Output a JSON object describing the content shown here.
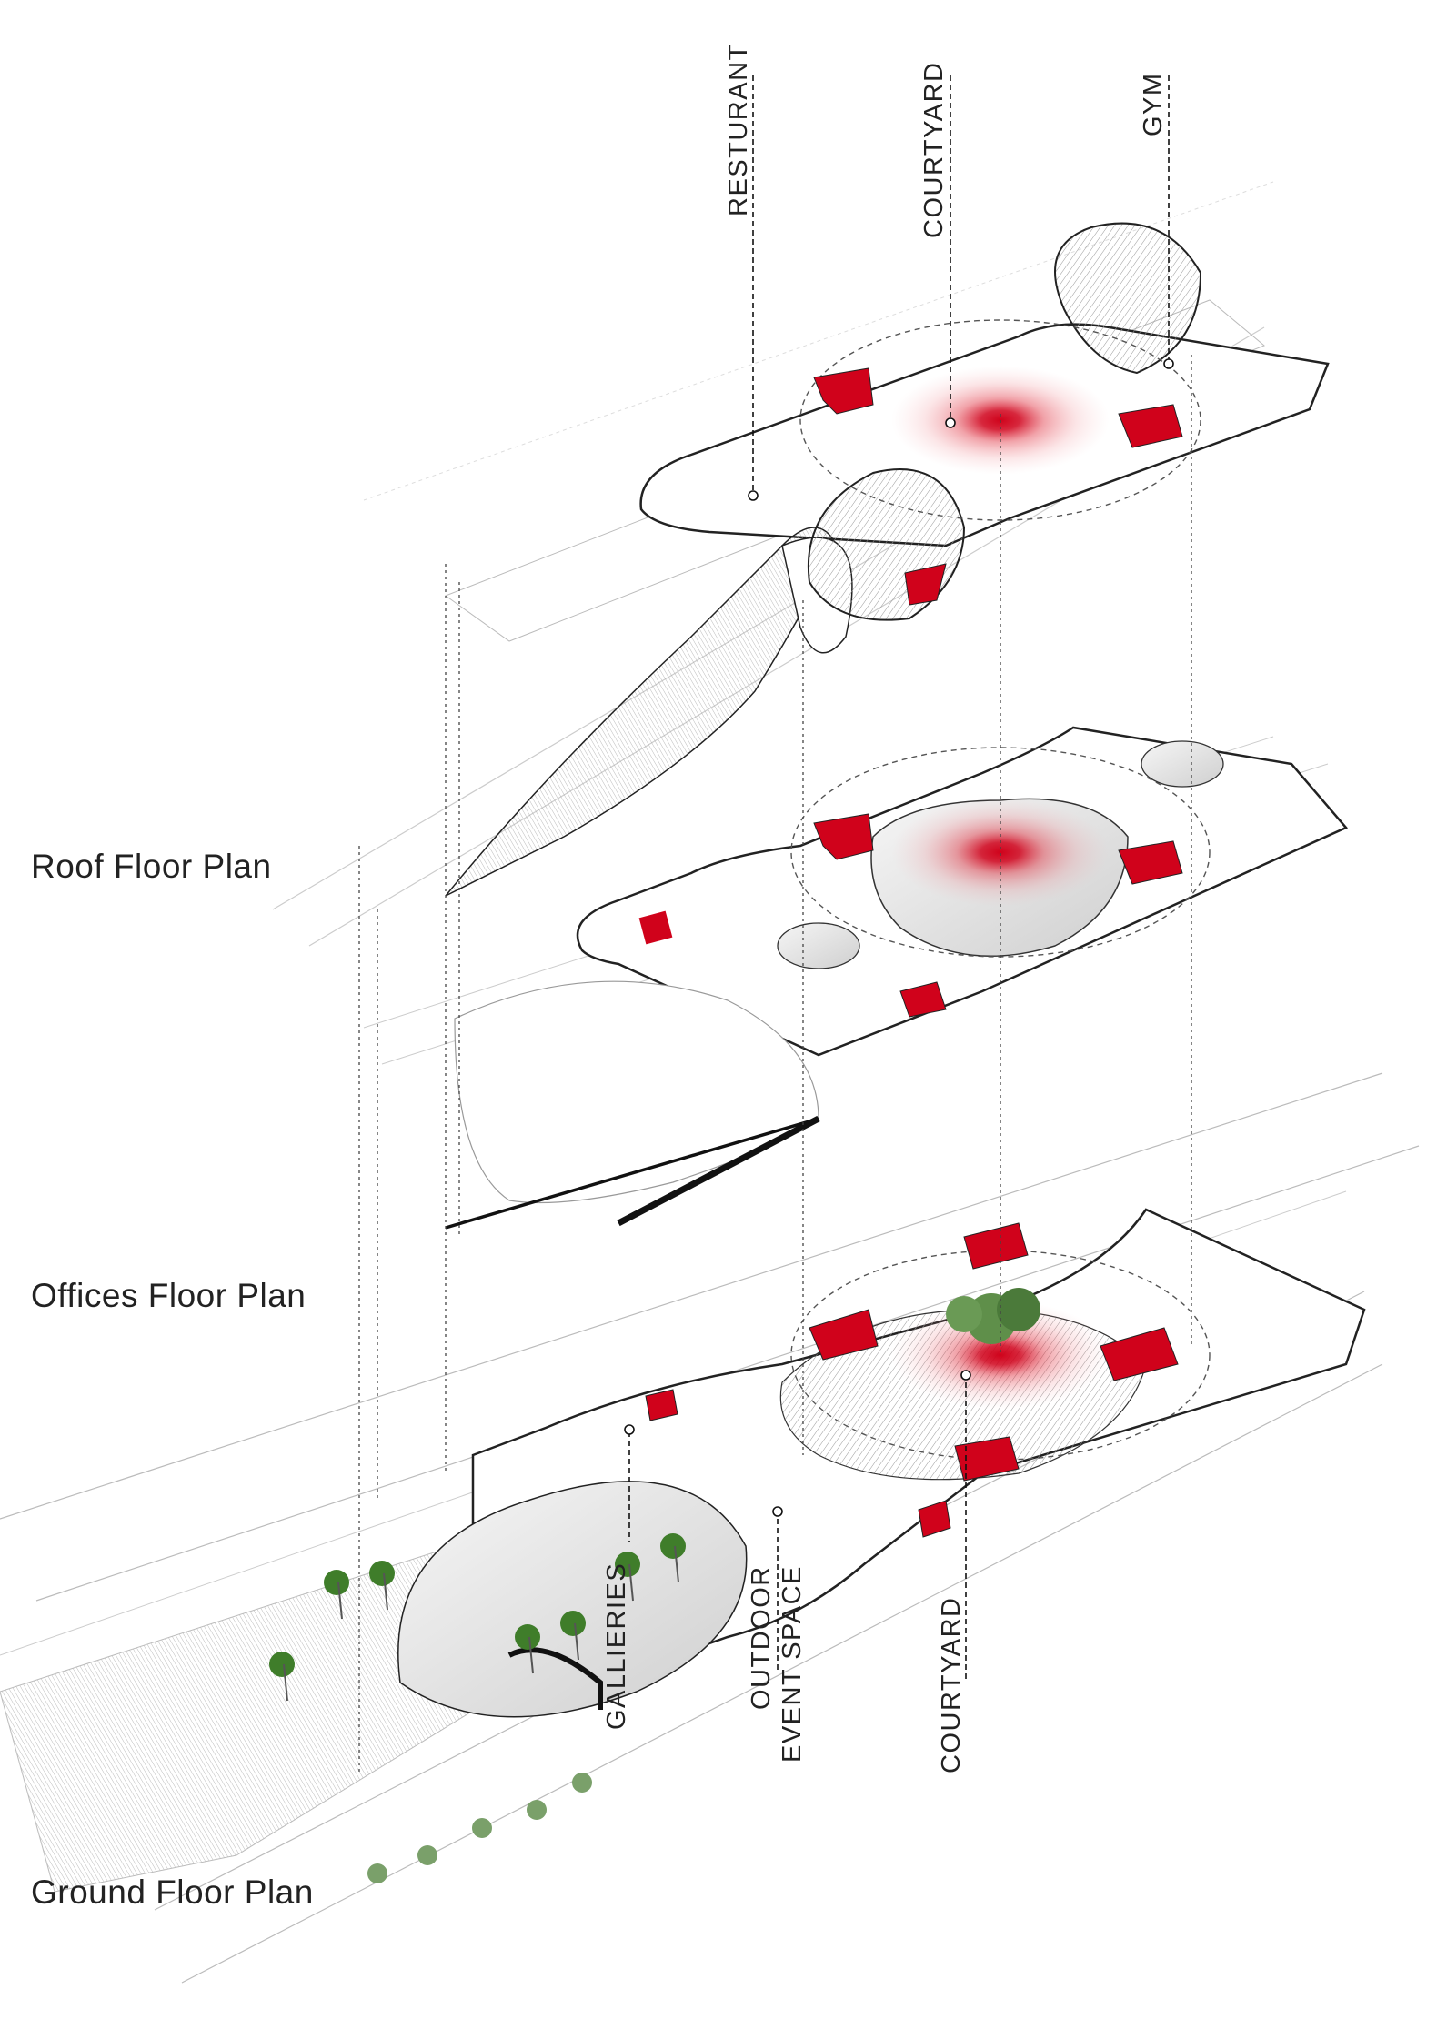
{
  "floors": {
    "roof": "Roof Floor Plan",
    "offices": "Offices Floor Plan",
    "ground": "Ground Floor Plan"
  },
  "callouts": {
    "restaurant": "RESTURANT",
    "courtyard_top": "COURTYARD",
    "gym": "GYM",
    "galleries": "GALLIERIES",
    "outdoor_line1": "OUTDOOR",
    "outdoor_line2": "EVENT SPACE",
    "courtyard_bottom": "COURTYARD"
  },
  "colors": {
    "accent_red": "#d0021b",
    "line": "#222222",
    "light_line": "#bbbbbb",
    "tree_green": "#3f7d2a"
  }
}
